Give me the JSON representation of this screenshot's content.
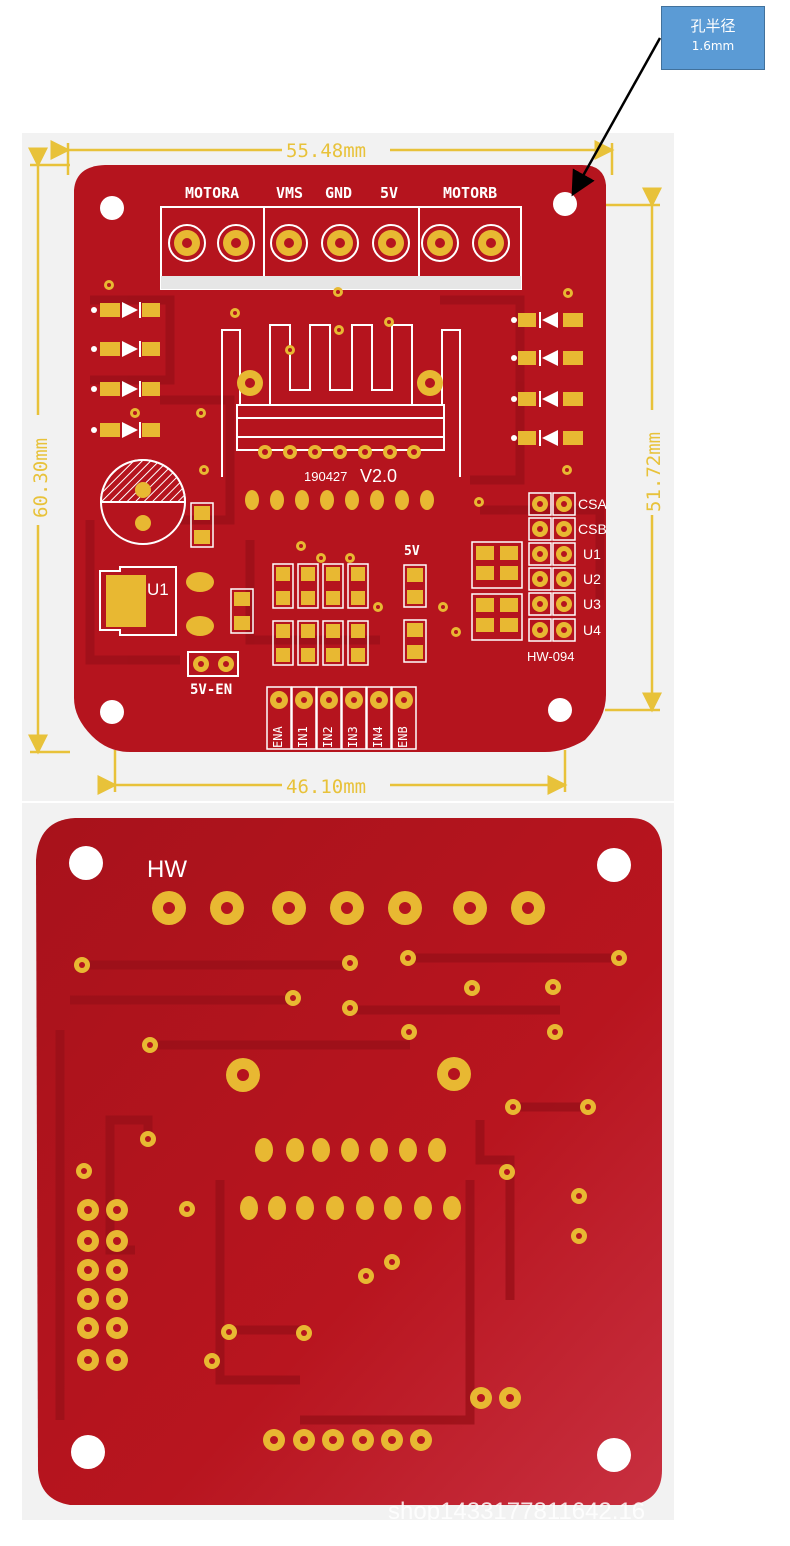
{
  "callout": {
    "line1": "孔半径",
    "line2": "1.6mm"
  },
  "dimensions": {
    "width_top": "55.48mm",
    "height_left": "60.30mm",
    "height_right": "51.72mm",
    "width_bottom": "46.10mm"
  },
  "top_board": {
    "terminal_labels": [
      "MOTORA",
      "VMS",
      "GND",
      "5V",
      "MOTORB"
    ],
    "version_date": "190427",
    "version": "V2.0",
    "pin_labels_right": [
      "CSA",
      "CSB",
      "U1",
      "U2",
      "U3",
      "U4"
    ],
    "model": "HW-094",
    "label_5v": "5V",
    "label_u1": "U1",
    "label_5v_en": "5V-EN",
    "header_labels": [
      "ENA",
      "IN1",
      "IN2",
      "IN3",
      "IN4",
      "ENB"
    ]
  },
  "bottom_board": {
    "silk_text": "HW"
  },
  "watermark": "shop1433177811642.16",
  "colors": {
    "board": "#b5141e",
    "board_shade": "#8e0f17",
    "pad": "#e8b832",
    "silk": "#ffffff",
    "dimension": "#e8c23a",
    "callout": "#5b9bd5"
  }
}
